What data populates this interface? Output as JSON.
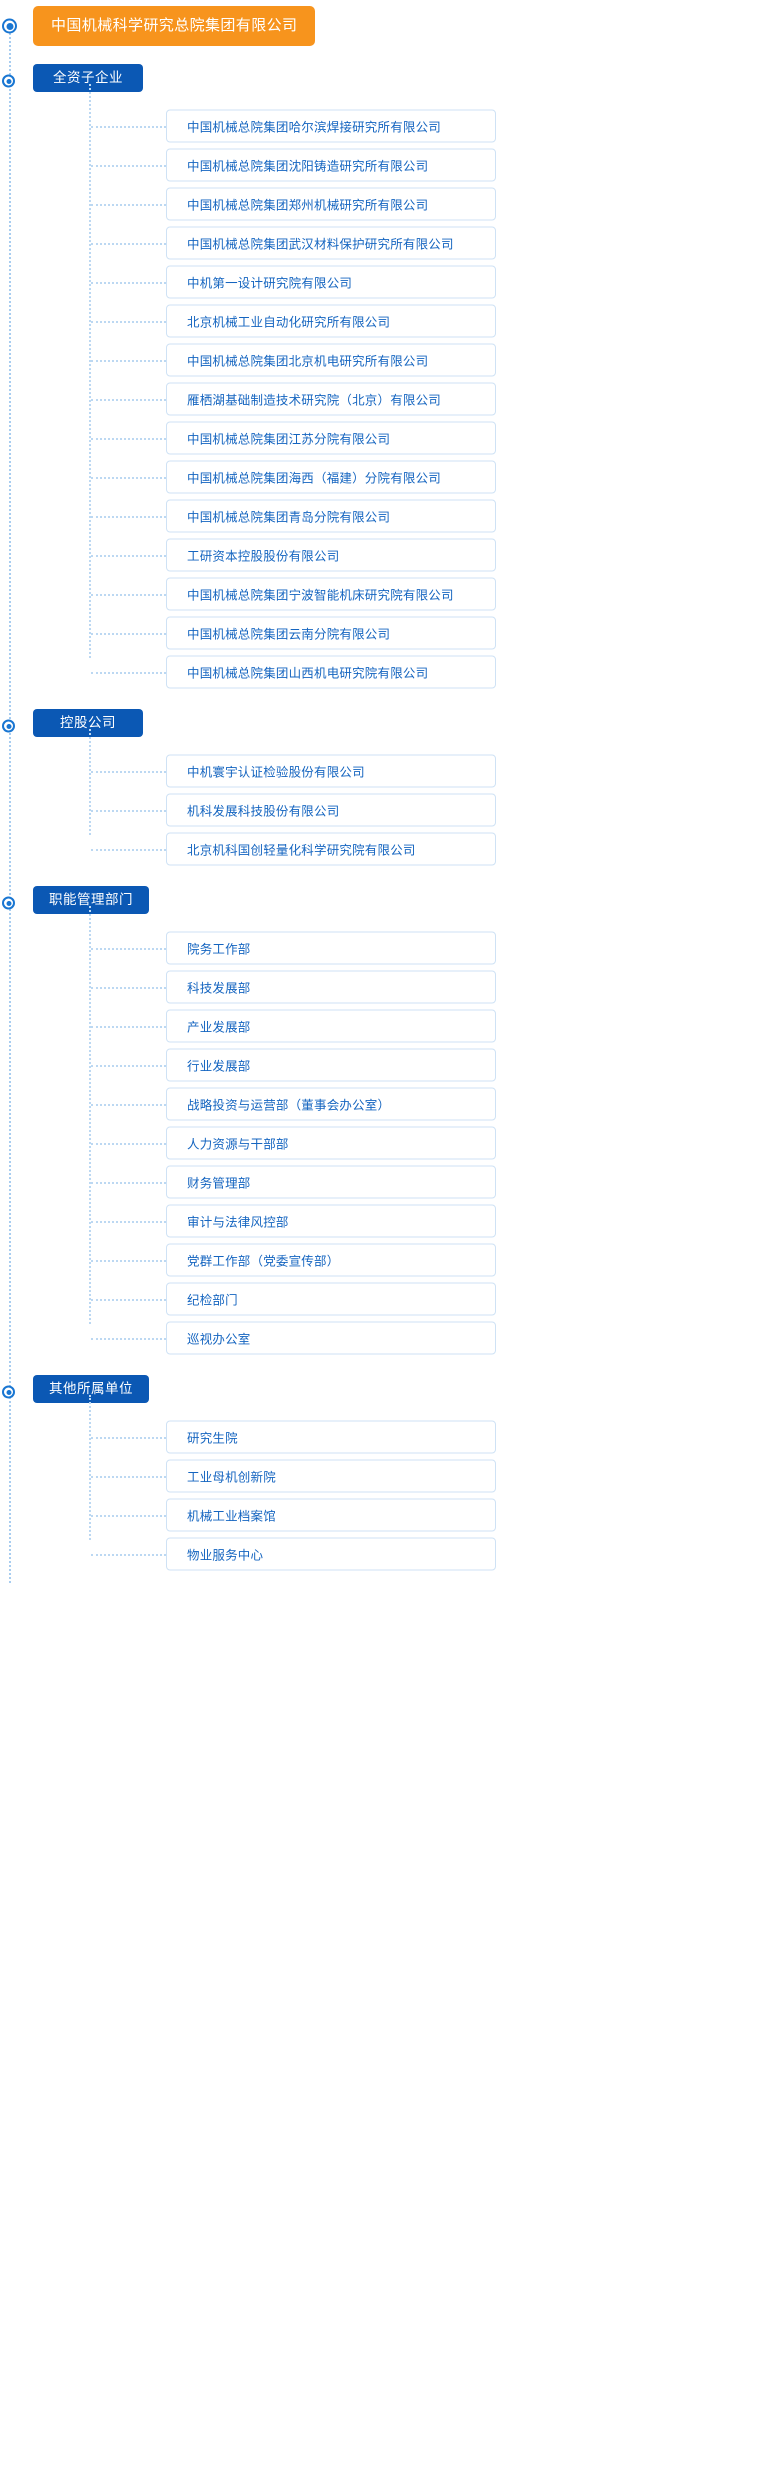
{
  "root": {
    "label": "中国机械科学研究总院集团有限公司",
    "color": "#f7941d"
  },
  "theme": {
    "group_color": "#0b58b4",
    "card_border": "#cfe2f5",
    "text_color": "#1565c0",
    "line_color": "#bcd8f2"
  },
  "groups": [
    {
      "label": "全资子企业",
      "items": [
        "中国机械总院集团哈尔滨焊接研究所有限公司",
        "中国机械总院集团沈阳铸造研究所有限公司",
        "中国机械总院集团郑州机械研究所有限公司",
        "中国机械总院集团武汉材料保护研究所有限公司",
        "中机第一设计研究院有限公司",
        "北京机械工业自动化研究所有限公司",
        "中国机械总院集团北京机电研究所有限公司",
        "雁栖湖基础制造技术研究院（北京）有限公司",
        "中国机械总院集团江苏分院有限公司",
        "中国机械总院集团海西（福建）分院有限公司",
        "中国机械总院集团青岛分院有限公司",
        "工研资本控股股份有限公司",
        "中国机械总院集团宁波智能机床研究院有限公司",
        "中国机械总院集团云南分院有限公司",
        "中国机械总院集团山西机电研究院有限公司"
      ]
    },
    {
      "label": "控股公司",
      "items": [
        "中机寰宇认证检验股份有限公司",
        "机科发展科技股份有限公司",
        "北京机科国创轻量化科学研究院有限公司"
      ]
    },
    {
      "label": "职能管理部门",
      "items": [
        "院务工作部",
        "科技发展部",
        "产业发展部",
        "行业发展部",
        "战略投资与运营部（董事会办公室）",
        "人力资源与干部部",
        "财务管理部",
        "审计与法律风控部",
        "党群工作部（党委宣传部）",
        "纪检部门",
        "巡视办公室"
      ]
    },
    {
      "label": "其他所属单位",
      "items": [
        "研究生院",
        "工业母机创新院",
        "机械工业档案馆",
        "物业服务中心"
      ]
    }
  ]
}
